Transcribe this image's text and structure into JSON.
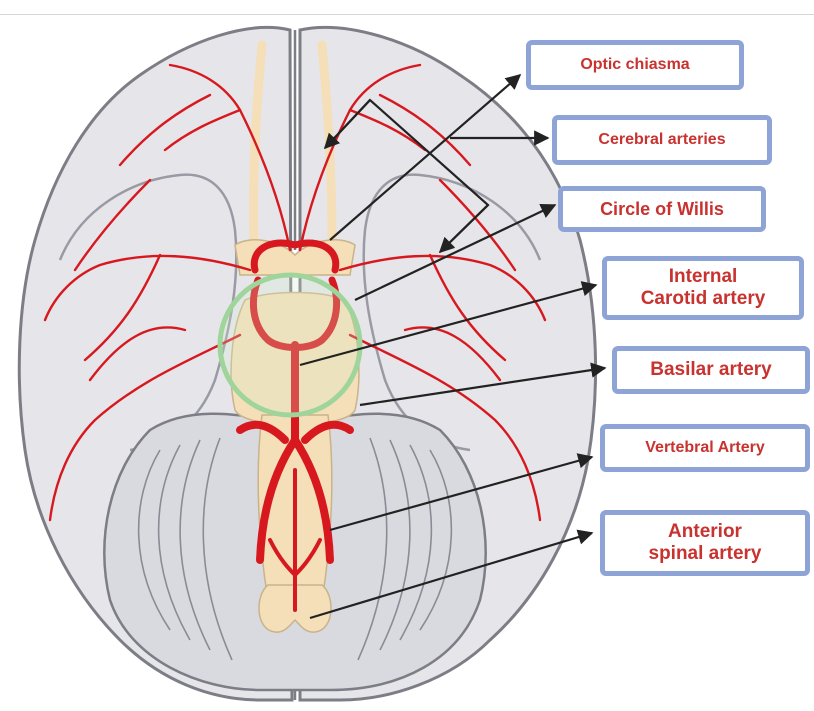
{
  "labels": {
    "optic_chiasma": "Optic chiasma",
    "cerebral_arteries": "Cerebral arteries",
    "circle_of_willis": "Circle of Willis",
    "internal_carotid_line1": "Internal",
    "internal_carotid_line2": "Carotid artery",
    "basilar_artery": "Basilar artery",
    "vertebral_artery": "Vertebral Artery",
    "anterior_spinal_line1": "Anterior",
    "anterior_spinal_line2": "spinal artery"
  },
  "colors": {
    "box_border": "#8ea4d6",
    "label_text": "#c8322f",
    "artery": "#d7191f",
    "brain_fill": "#e6e6ea",
    "brain_outline": "#7d7d86",
    "brainstem": "#f4dfb8",
    "highlight_circle": "#9fd49a",
    "arrow": "#222222"
  }
}
